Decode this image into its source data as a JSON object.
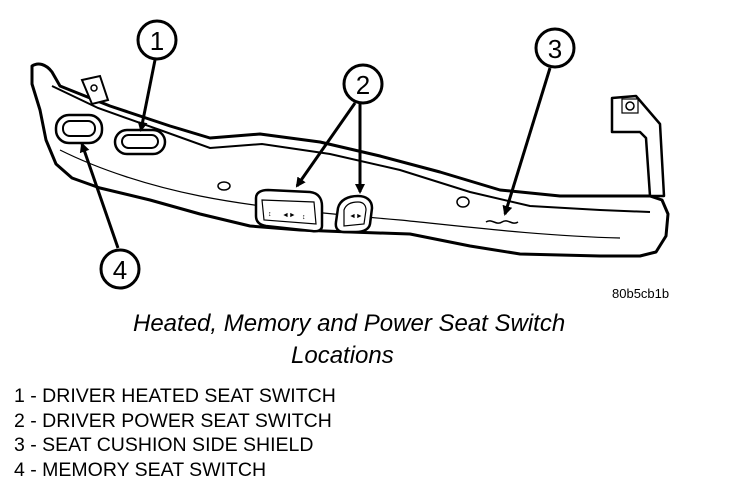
{
  "figure": {
    "reference_code": "80b5cb1b",
    "caption_line1": "Heated, Memory and Power Seat Switch",
    "caption_line2": "Locations"
  },
  "callouts": [
    {
      "number": "1"
    },
    {
      "number": "2"
    },
    {
      "number": "3"
    },
    {
      "number": "4"
    }
  ],
  "legend": [
    "1 - DRIVER HEATED SEAT SWITCH",
    "2 - DRIVER POWER SEAT SWITCH",
    "3 - SEAT CUSHION SIDE SHIELD",
    "4 - MEMORY SEAT SWITCH"
  ]
}
